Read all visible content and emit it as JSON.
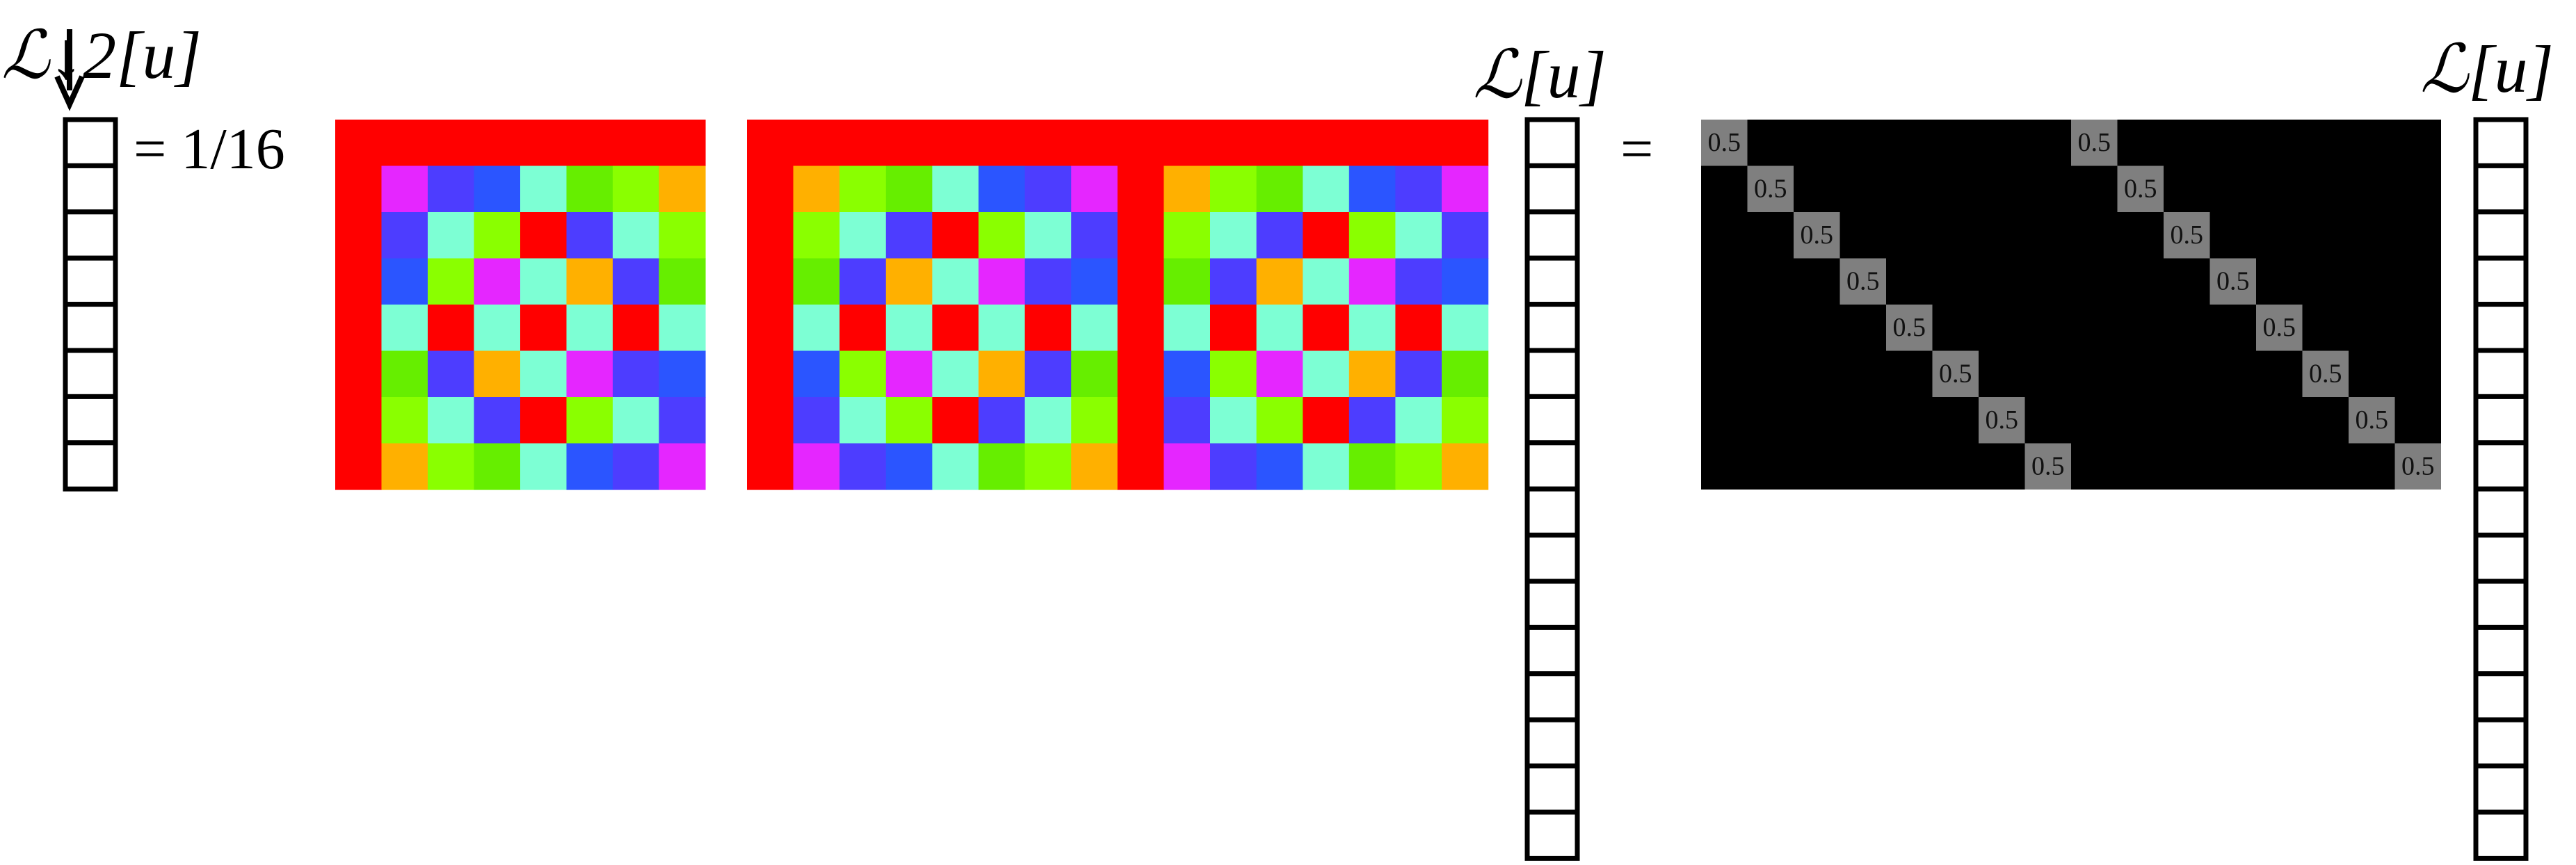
{
  "labels": {
    "left_vector": "ℒ↓2[u]",
    "eq_left": "= 1/16",
    "mid_vector": "ℒ[u]",
    "eq_right": "=",
    "right_vector": "ℒ[u]"
  },
  "vectors": {
    "left_cells": 8,
    "mid_cells": 16,
    "right_cells": 16
  },
  "colors": {
    "red": "#ff0000",
    "magenta": "#e526ff",
    "indigo": "#4d3dff",
    "blue": "#2b55ff",
    "cyan": "#7dffd4",
    "green": "#66ee00",
    "lime": "#8aff00",
    "orange": "#ffb000",
    "black": "#000000",
    "gray": "#7f7f7f"
  },
  "matrix_left": {
    "rows": [
      "RRRRRRRR",
      "RMIBCGLO",
      "RICLRICL",
      "RBLMCOIG",
      "RCRCRCRC",
      "RGIOCMIB",
      "RLCIRLCI",
      "ROLGCBIM"
    ]
  },
  "matrix_middle": {
    "rows": [
      "RRRRRRRRRRRRRRRR",
      "ROLGCBIMROLGCBIM",
      "RLCIRLCIRLCIRLCI",
      "RGIOCMIBRGIOCMIB",
      "RCRCRCRCRCRCRCRC",
      "RBLMCOIGRBLMCOIG",
      "RICLRICLRICLRICL",
      "RMIBCGLORMIBCGLO"
    ]
  },
  "matrix_right": {
    "diag_value": "0.5",
    "rows": 8,
    "cols": 16
  }
}
